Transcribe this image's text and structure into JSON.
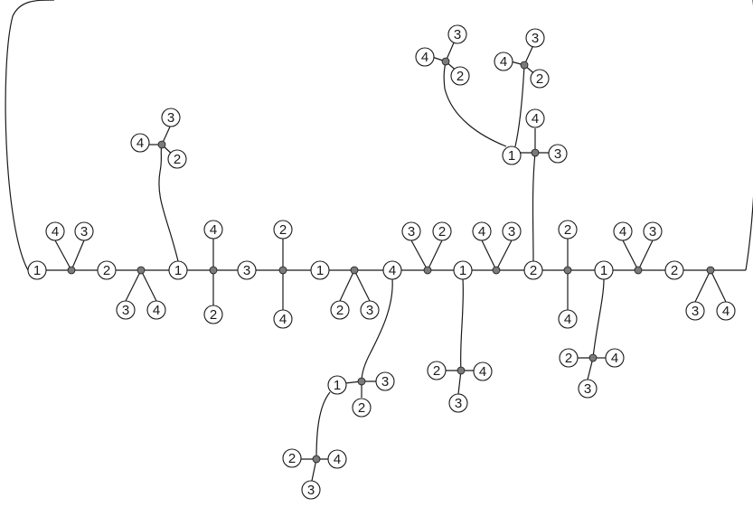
{
  "diagram": {
    "style": {
      "line_color": "#1a1a1a",
      "junction_color": "#7a7a7a",
      "background": "#ffffff"
    },
    "main_chain": [
      "1",
      "2",
      "1",
      "3",
      "1",
      "4",
      "1",
      "2",
      "1",
      "2"
    ],
    "main_branch_labels": [
      [
        "4",
        "3"
      ],
      [
        "3",
        "4"
      ],
      [
        "4",
        "2"
      ],
      [
        "2",
        "4"
      ],
      [
        "2",
        "3"
      ],
      [
        "3",
        "2"
      ],
      [
        "4",
        "3"
      ],
      [
        "2",
        "4"
      ],
      [
        "4",
        "3"
      ],
      [
        "3",
        "4"
      ]
    ],
    "sub_branch_labels": {
      "upper_left": [
        "4",
        "3",
        "2"
      ],
      "top_center": [
        "1",
        "3",
        "4"
      ],
      "top_center_a": [
        "4",
        "3",
        "2"
      ],
      "top_center_b": [
        "4",
        "3",
        "2"
      ],
      "lower_center": [
        "1",
        "3",
        "2"
      ],
      "lower_center_end": [
        "2",
        "4",
        "3"
      ],
      "lower_mid": [
        "2",
        "4",
        "3"
      ],
      "lower_right": [
        "2",
        "4",
        "3"
      ]
    }
  }
}
